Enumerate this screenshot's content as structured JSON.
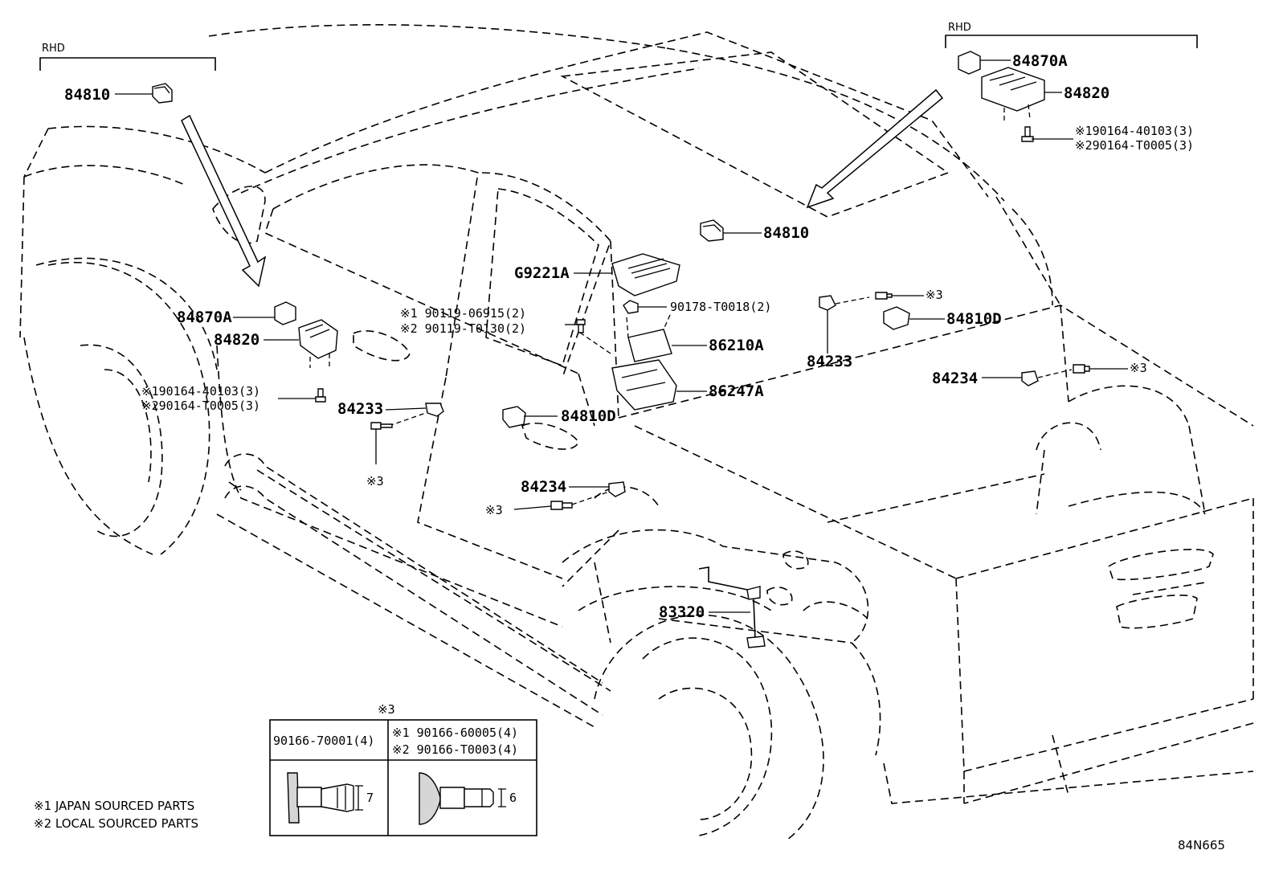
{
  "labels": {
    "rhd_left": "RHD",
    "rhd_right": "RHD",
    "p84810_left": "84810",
    "p84870A_right": "84870A",
    "p84820_right": "84820",
    "p90164_40103_right": "※190164-40103(3)",
    "p90164_T0005_right": "※290164-T0005(3)",
    "p84810_center": "84810",
    "pG9221A": "G9221A",
    "p90178": "90178-T0018(2)",
    "p90119_06915": "※1 90119-06915(2)",
    "p90119_T0130": "※2 90119-T0130(2)",
    "p84870A_left": "84870A",
    "p84820_left": "84820",
    "p86210A": "86210A",
    "p86247A": "86247A",
    "p90164_40103_left": "※190164-40103(3)",
    "p90164_T0005_left": "※290164-T0005(3)",
    "p84233_left": "84233",
    "p84233_right": "84233",
    "p84810D_right": "84810D",
    "p84810D_center": "84810D",
    "mark3_a": "※3",
    "mark3_b": "※3",
    "mark3_c": "※3",
    "mark3_d": "※3",
    "p84234_center": "84234",
    "p84234_right": "84234",
    "p83320": "83320",
    "diagram_code": "84N665"
  },
  "legend_table": {
    "caption": "※3",
    "left_header": "90166-70001(4)",
    "right_header_1": "※1  90166-60005(4)",
    "right_header_2": "※2  90166-T0003(4)",
    "left_dim": "7",
    "right_dim": "6"
  },
  "footnotes": {
    "note1": "※1 JAPAN SOURCED PARTS",
    "note2": "※2 LOCAL SOURCED PARTS"
  }
}
